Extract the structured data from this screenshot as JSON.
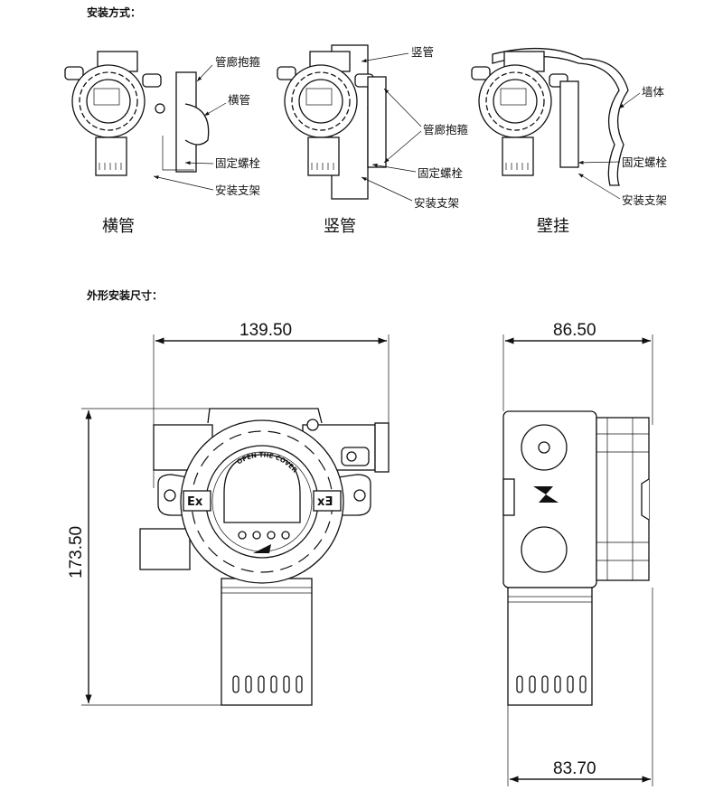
{
  "install": {
    "heading": "安装方式：",
    "methods": [
      {
        "caption": "横管",
        "labels": [
          "管廊抱箍",
          "横管",
          "固定螺栓",
          "安装支架"
        ]
      },
      {
        "caption": "竖管",
        "labels": [
          "竖管",
          "管廊抱箍",
          "固定螺栓",
          "安装支架"
        ]
      },
      {
        "caption": "壁挂",
        "labels": [
          "墙体",
          "固定螺栓",
          "安装支架"
        ]
      }
    ]
  },
  "dimensions": {
    "heading": "外形安装尺寸：",
    "front_width": "139.50",
    "height": "173.50",
    "side_depth": "86.50",
    "bottom_depth": "83.70",
    "front_cover_text": "OPEN THE COVER",
    "ex_mark": "Ex",
    "ex_mark_mirrored": "xƎ"
  }
}
